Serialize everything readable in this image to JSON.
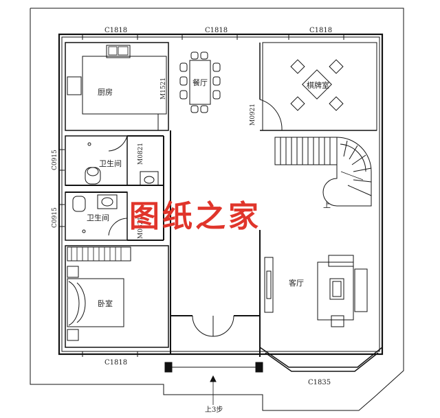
{
  "windows": {
    "top_left": "C1818",
    "top_mid": "C1818",
    "top_right": "C1818",
    "bottom_left": "C1818",
    "bottom_right": "C1835",
    "left_upper": "C0915",
    "left_lower": "C0915"
  },
  "doors": {
    "kitchen": "M1521",
    "mahjong": "M0921",
    "bath_upper": "M0821",
    "bath_lower": "M0821"
  },
  "rooms": {
    "kitchen": "厨房",
    "dining": "餐厅",
    "mahjong": "棋牌室",
    "bath_upper": "卫生间",
    "bath_lower": "卫生间",
    "bedroom": "卧室",
    "living": "客厅"
  },
  "stairs": {
    "up": "上"
  },
  "entrance": {
    "steps": "上3步"
  },
  "watermark": "图纸之家",
  "colors": {
    "line": "#111111",
    "watermark": "#e0352b"
  }
}
